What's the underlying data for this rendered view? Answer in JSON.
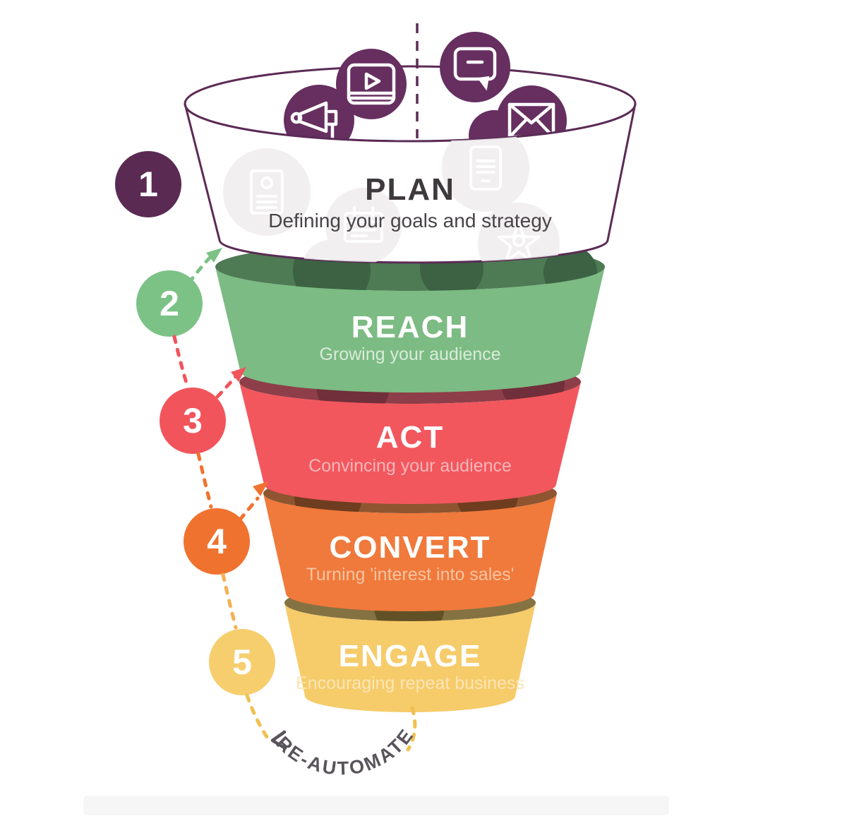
{
  "diagram": {
    "name": "Marketing automation funnel",
    "stages": [
      {
        "number": "1",
        "label": "PLAN",
        "subtitle": "Defining your goals and strategy",
        "color": "#5b2a53",
        "lip_color": "#ffffff"
      },
      {
        "number": "2",
        "label": "REACH",
        "subtitle": "Growing your audience",
        "color": "#7cbb83",
        "lip_color": "#4e7a54"
      },
      {
        "number": "3",
        "label": "ACT",
        "subtitle": "Convincing your audience",
        "color": "#f2575e",
        "lip_color": "#8e3e48"
      },
      {
        "number": "4",
        "label": "CONVERT",
        "subtitle": "Turning 'interest into sales'",
        "color": "#f0793c",
        "lip_color": "#8e5530"
      },
      {
        "number": "5",
        "label": "ENGAGE",
        "subtitle": "Encouraging repeat business",
        "color": "#f6cb69",
        "lip_color": "#857242"
      }
    ],
    "loop": {
      "label": "RE-AUTOMATE",
      "dash_color": "#f0c050",
      "text_color": "#59545b"
    },
    "accents": {
      "outline_purple": "#5b2b55",
      "icon_bubble_purple": "#662f60",
      "connector_green": "#7cc286",
      "connector_red": "#f2545c",
      "connector_orange": "#f0722f",
      "connector_yellow": "#f5b052"
    },
    "top_icons": [
      "megaphone-icon",
      "video-player-icon",
      "chat-bubble-icon",
      "envelope-icon"
    ],
    "watermark_icons": [
      "document-icon",
      "calendar-icon",
      "folder-icon",
      "tablet-icon",
      "star-icon"
    ]
  }
}
